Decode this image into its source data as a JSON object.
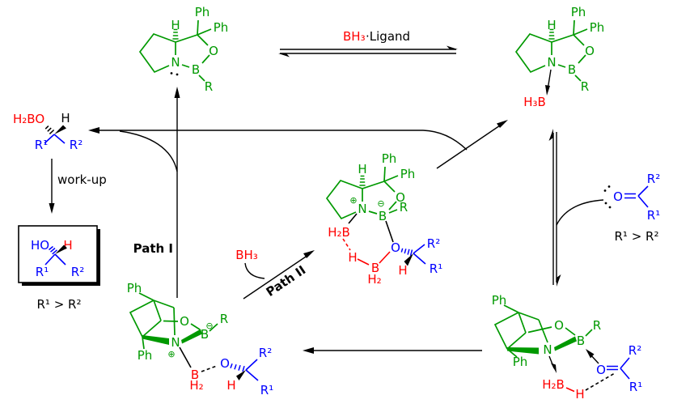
{
  "colors": {
    "catalyst_green": "#009900",
    "borane_red": "#ff0000",
    "substrate_blue": "#0000ff",
    "ink_black": "#000000",
    "background": "#ffffff"
  },
  "catalyst_free": {
    "h": "H",
    "ph_top": "Ph",
    "ph_right": "Ph",
    "o": "O",
    "n": "N",
    "b": "B",
    "r": "R"
  },
  "equilibrium_top": {
    "reagent_red": "BH₃",
    "reagent_rest": "·Ligand"
  },
  "catalyst_borane": {
    "h": "H",
    "ph_top": "Ph",
    "ph_right": "Ph",
    "o": "O",
    "n": "N",
    "b": "B",
    "r": "R",
    "h3b": "H₃B"
  },
  "borinate_product": {
    "obh2": "H₂BO",
    "h": "H",
    "r1": "R¹",
    "r2": "R²"
  },
  "workup": {
    "label": "work-up"
  },
  "alcohol_product": {
    "ho": "HO",
    "h": "H",
    "r1": "R¹",
    "r2": "R²",
    "condition": "R¹ > R²"
  },
  "path_labels": {
    "path_i": "Path I",
    "path_ii": "Path II",
    "bh3": "BH₃"
  },
  "adduct_middle": {
    "h": "H",
    "ph_top": "Ph",
    "ph_right": "Ph",
    "o": "O",
    "n": "N",
    "b": "B",
    "r": "R",
    "plus": "⊕",
    "minus": "⊖",
    "h2b": "H₂B",
    "h_bridge": "H",
    "b2": "B",
    "h2": "H₂",
    "o_sub": "O",
    "r1": "R¹",
    "r2": "R²",
    "h_sub": "H"
  },
  "ketone": {
    "o": "O",
    "r1": "R¹",
    "r2": "R²",
    "condition": "R¹ > R²"
  },
  "alkoxide_complex": {
    "ph_top": "Ph",
    "ph_bottom": "Ph",
    "o": "O",
    "minus": "⊖",
    "b": "B",
    "r": "R",
    "n": "N",
    "plus": "⊕",
    "b_red": "B",
    "h2": "H₂",
    "o_sub": "O",
    "r1": "R¹",
    "r2": "R²",
    "h_sub": "H"
  },
  "ts_complex": {
    "ph_top": "Ph",
    "ph_bottom": "Ph",
    "o": "O",
    "b": "B",
    "r": "R",
    "n": "N",
    "h2b": "H₂B",
    "h_red": "H",
    "o_sub": "O",
    "r1": "R¹",
    "r2": "R²"
  }
}
